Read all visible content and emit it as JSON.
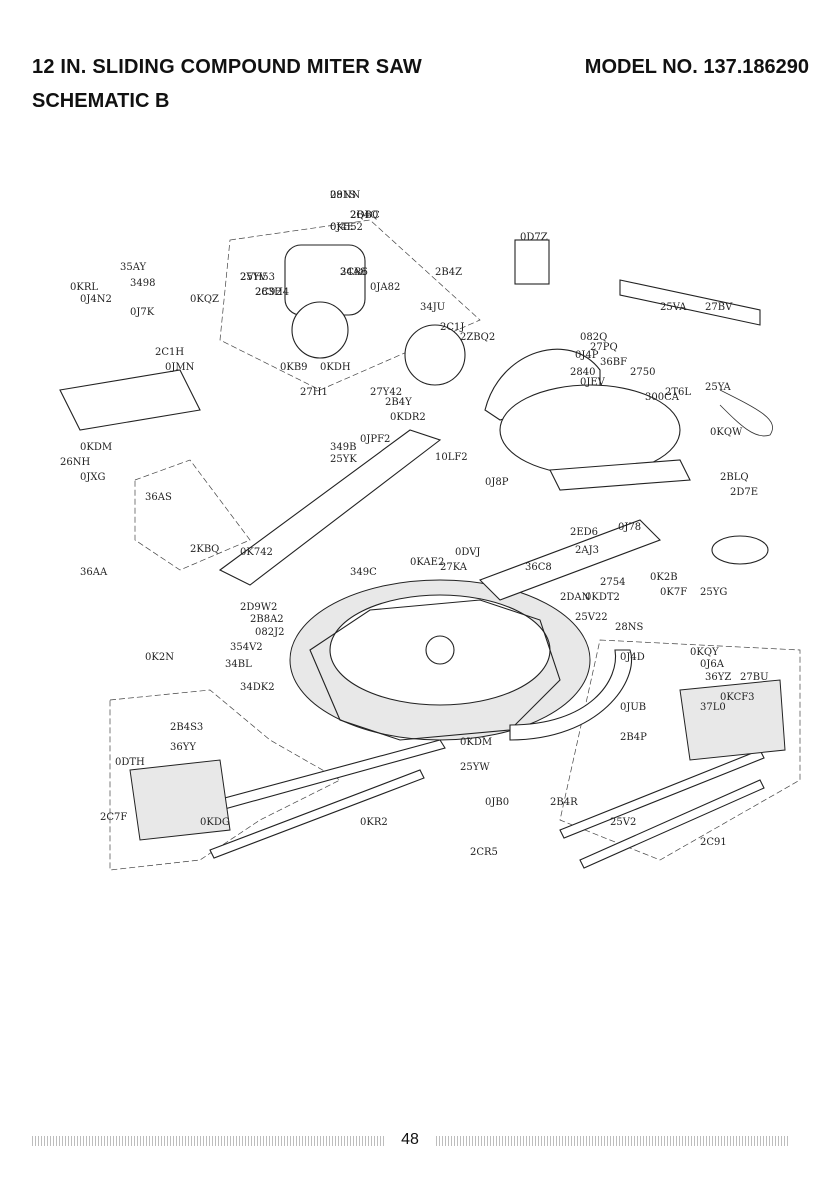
{
  "header": {
    "title": "12 IN. SLIDING COMPOUND MITER SAW",
    "model": "MODEL NO. 137.186290",
    "subtitle": "SCHEMATIC B"
  },
  "footer": {
    "page_number": "48"
  },
  "diagram": {
    "parts": [
      "091S",
      "2QBC",
      "0J4E",
      "2VH53",
      "283H4",
      "34A8",
      "0JA82",
      "2B4Z",
      "35AY",
      "3498",
      "0KRL",
      "0J4N2",
      "0KQZ",
      "0J7K",
      "34JU",
      "2C1J",
      "2ZBQ2",
      "2C1H",
      "0JMN",
      "0KB9",
      "0KDH",
      "27H1",
      "27Y42",
      "2B4Y",
      "0KDR2",
      "349B",
      "25YK",
      "0JPF2",
      "10LF2",
      "0J8P",
      "26NH",
      "0KDM",
      "0JXG",
      "36AS",
      "2KBQ",
      "36AA",
      "0K742",
      "2D9W2",
      "2B8A2",
      "082J2",
      "0K2N",
      "354V2",
      "34BL",
      "34DK2",
      "349C",
      "0KAE2",
      "27KA",
      "0DVJ",
      "36C8",
      "2DAN",
      "0KDT2",
      "25V22",
      "28NS",
      "2ED6",
      "2AJ3",
      "0J78",
      "2754",
      "0K2B",
      "0K7F",
      "25YG",
      "2D7E",
      "2BLQ",
      "0KQW",
      "2T6L",
      "300CA",
      "25YA",
      "2750",
      "36BF",
      "27PQ",
      "0J4P",
      "2840",
      "0JEV",
      "082Q",
      "25VA",
      "27BV",
      "0D7Z",
      "0KQY",
      "0J6A",
      "36YZ",
      "27BU",
      "0KCF3",
      "37L0",
      "0JUB",
      "0J4D",
      "2B4P",
      "0KDM",
      "25YW",
      "0JB0",
      "2B4R",
      "25V2",
      "0KR2",
      "2B4S3",
      "36YY",
      "0DTH",
      "0KDG",
      "2C7F",
      "2CR5",
      "2C91",
      "28NN",
      "2B4Q",
      "0K552",
      "25YV",
      "2C92",
      "2CR6"
    ]
  }
}
